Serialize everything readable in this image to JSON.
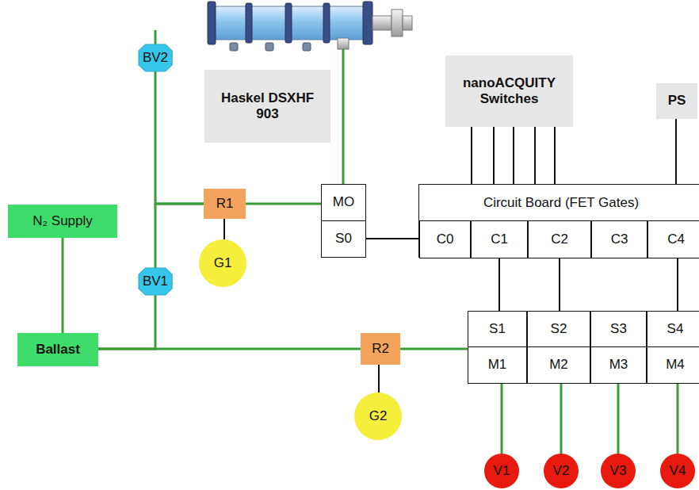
{
  "diagram": {
    "nodes": [
      {
        "text": [
          "BV2"
        ]
      },
      {
        "text": [
          "Haskel DSXHF 903"
        ]
      },
      {
        "text": [
          "nanoACQUITY Switches"
        ]
      },
      {
        "text": [
          "PS"
        ]
      },
      {
        "text": [
          "R1"
        ]
      },
      {
        "text": [
          "MO"
        ]
      },
      {
        "text": [
          "Circuit Board (FET Gates)"
        ]
      },
      {
        "text": [
          "C0"
        ],
        "in": 6
      },
      {
        "text": [
          "C1"
        ],
        "in": 6
      },
      {
        "text": [
          "C2"
        ],
        "in": 6
      },
      {
        "text": [
          "C3"
        ],
        "in": 6
      },
      {
        "text": [
          "C4"
        ],
        "in": 6
      },
      {
        "text": [
          "N₂ Supply"
        ]
      },
      {
        "text": [
          "G1"
        ]
      },
      {
        "text": [
          "S0"
        ]
      },
      {
        "text": [
          "BV1"
        ]
      },
      {
        "text": [
          "S1"
        ]
      },
      {
        "text": [
          "S2"
        ]
      },
      {
        "text": [
          "S3"
        ]
      },
      {
        "text": [
          "S4"
        ]
      },
      {
        "text": [
          "Ballast"
        ]
      },
      {
        "text": [
          "R2"
        ]
      },
      {
        "text": [
          "M1"
        ]
      },
      {
        "text": [
          "M2"
        ]
      },
      {
        "text": [
          "M3"
        ]
      },
      {
        "text": [
          "M4"
        ]
      },
      {
        "text": [
          "G2"
        ]
      },
      {
        "text": [
          "V1"
        ]
      },
      {
        "text": [
          "V2"
        ]
      },
      {
        "text": [
          "V3"
        ]
      },
      {
        "text": [
          "V4"
        ]
      }
    ],
    "edges": [
      {
        "from": 0,
        "to": 4,
        "arrow": "none"
      },
      {
        "from": 15,
        "to": 4,
        "arrow": "none"
      },
      {
        "from": 15,
        "to": 20,
        "arrow": "none"
      },
      {
        "from": 20,
        "to": 21,
        "arrow": "none"
      },
      {
        "from": 12,
        "to": 20,
        "arrow": "none"
      },
      {
        "from": 4,
        "to": 13,
        "arrow": "none"
      },
      {
        "from": 4,
        "to": 5,
        "arrow": "none"
      },
      {
        "from": 14,
        "to": 7,
        "arrow": "none"
      },
      {
        "from": 2,
        "to": 6,
        "arrow": "none"
      },
      {
        "from": 2,
        "to": 6,
        "arrow": "none"
      },
      {
        "from": 2,
        "to": 6,
        "arrow": "none"
      },
      {
        "from": 2,
        "to": 6,
        "arrow": "none"
      },
      {
        "from": 2,
        "to": 6,
        "arrow": "none"
      },
      {
        "from": 3,
        "to": 6,
        "arrow": "none"
      },
      {
        "from": 8,
        "to": 16,
        "arrow": "none"
      },
      {
        "from": 9,
        "to": 17,
        "arrow": "none"
      },
      {
        "from": 11,
        "to": 19,
        "arrow": "none"
      },
      {
        "from": 21,
        "to": 26,
        "arrow": "none"
      },
      {
        "from": 21,
        "to": 22,
        "arrow": "none"
      },
      {
        "from": 22,
        "to": 27,
        "arrow": "none"
      },
      {
        "from": 23,
        "to": 28,
        "arrow": "none"
      },
      {
        "from": 24,
        "to": 29,
        "arrow": "none"
      },
      {
        "from": 25,
        "to": 30,
        "arrow": "none"
      }
    ]
  }
}
